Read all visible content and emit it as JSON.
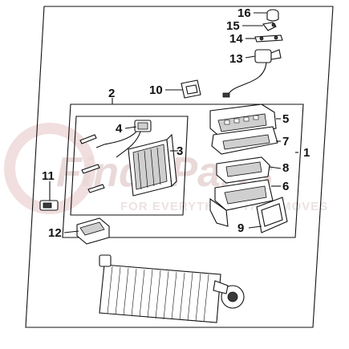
{
  "watermark": {
    "brand": "FinditParts",
    "tagline": "FOR EVERYTHING THAT MOVES"
  },
  "callouts": [
    "1",
    "2",
    "3",
    "4",
    "5",
    "6",
    "7",
    "8",
    "9",
    "10",
    "11",
    "12",
    "13",
    "14",
    "15",
    "16"
  ]
}
